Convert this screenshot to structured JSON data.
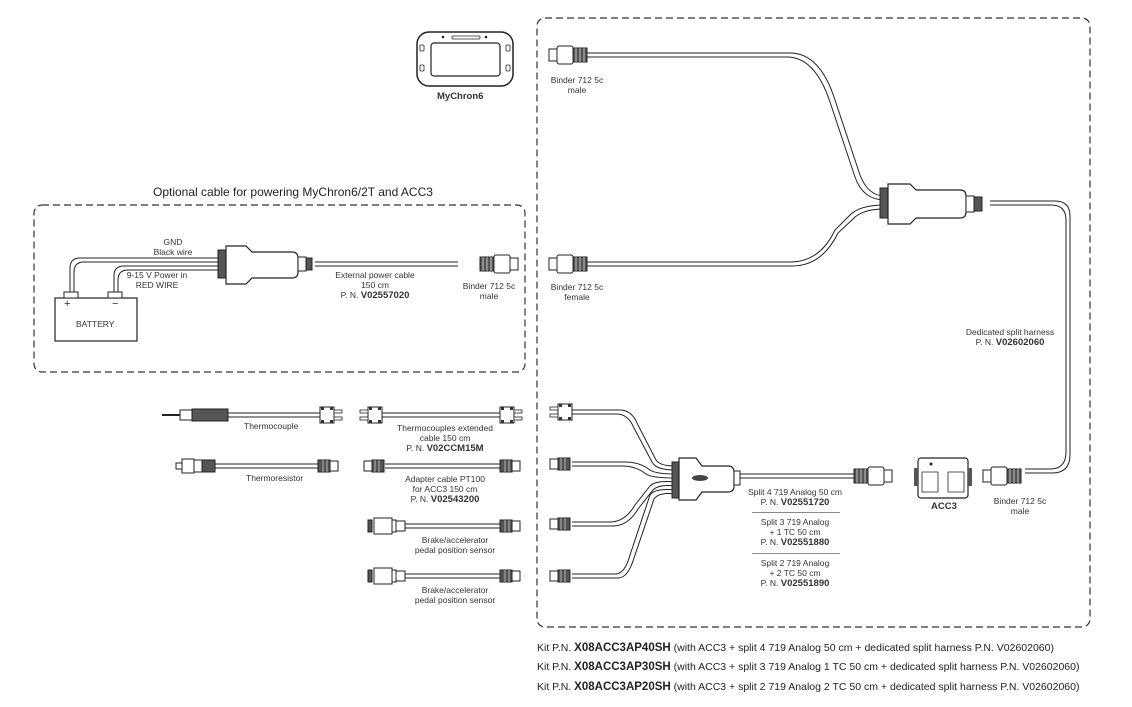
{
  "device": {
    "name": "MyChron6"
  },
  "power_section": {
    "title": "Optional cable for powering MyChron6/2T and ACC3",
    "gnd_label": [
      "GND",
      "Black wire"
    ],
    "power_label": [
      "9-15 V Power in",
      "RED WIRE"
    ],
    "battery": {
      "label": "BATTERY",
      "plus": "+",
      "minus": "−"
    },
    "cable_label": [
      "External power cable",
      "150 cm"
    ],
    "cable_pn_prefix": "P. N.",
    "cable_pn": "V02557020",
    "connector_label": [
      "Binder 712 5c",
      "male"
    ]
  },
  "harness_section": {
    "top_connector": [
      "Binder 712 5c",
      "male"
    ],
    "bottom_connector": [
      "Binder 712 5c",
      "female"
    ],
    "harness_label": "Dedicated split harness",
    "harness_pn_prefix": "P. N.",
    "harness_pn": "V02602060",
    "acc3_label": "ACC3",
    "acc3_connector": [
      "Binder 712 5c",
      "male"
    ]
  },
  "sensors": [
    {
      "name": "Thermocouple",
      "cable": [
        "Thermocouples extended",
        "cable 150 cm"
      ],
      "pn_prefix": "P. N.",
      "pn": "V02CCM15M"
    },
    {
      "name": "Thermoresistor",
      "cable": [
        "Adapter cable PT100",
        "for ACC3 150 cm"
      ],
      "pn_prefix": "P. N.",
      "pn": "V02543200"
    },
    {
      "name": [
        "Brake/accelerator",
        "pedal position sensor"
      ]
    },
    {
      "name": [
        "Brake/accelerator",
        "pedal position sensor"
      ]
    }
  ],
  "splits": [
    {
      "label": [
        "Split 4 719 Analog 50 cm"
      ],
      "pn_prefix": "P. N.",
      "pn": "V02551720"
    },
    {
      "label": [
        "Split 3 719 Analog",
        "+ 1 TC 50 cm"
      ],
      "pn_prefix": "P. N.",
      "pn": "V02551880"
    },
    {
      "label": [
        "Split 2 719 Analog",
        "+ 2 TC 50 cm"
      ],
      "pn_prefix": "P. N.",
      "pn": "V02551890"
    }
  ],
  "kits": [
    {
      "prefix": "Kit P.N.",
      "code": "X08ACC3AP40SH",
      "desc": "(with ACC3 + split 4 719 Analog 50 cm + dedicated split harness P.N. V02602060)"
    },
    {
      "prefix": "Kit P.N.",
      "code": "X08ACC3AP30SH",
      "desc": "(with ACC3 + split 3 719 Analog 1 TC 50 cm + dedicated split harness P.N. V02602060)"
    },
    {
      "prefix": "Kit P.N.",
      "code": "X08ACC3AP20SH",
      "desc": "(with ACC3 + split 2 719 Analog 2 TC 50 cm + dedicated split harness P.N. V02602060)"
    }
  ]
}
